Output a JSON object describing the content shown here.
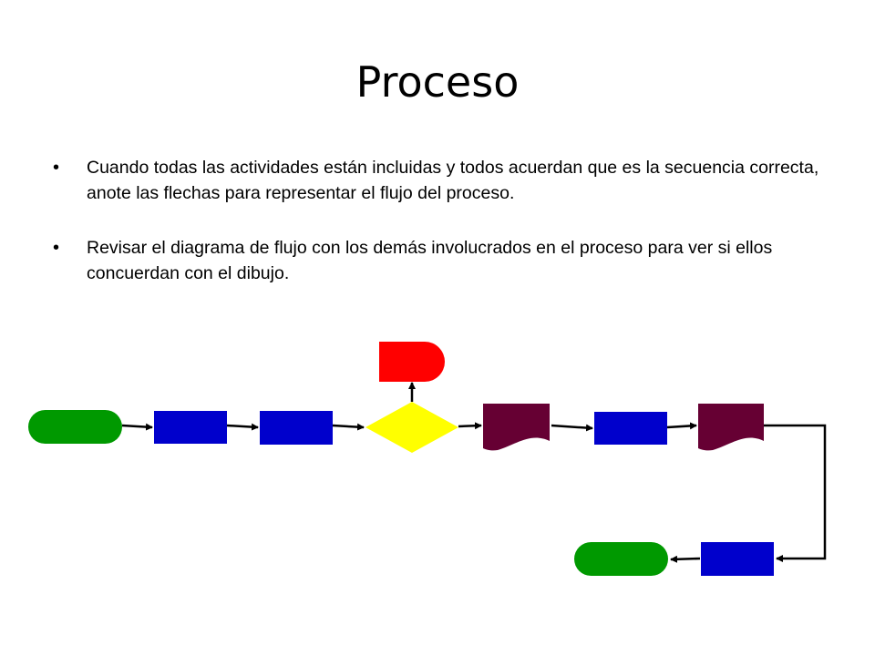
{
  "slide": {
    "title": "Proceso",
    "bullets": [
      {
        "text": "Cuando todas las actividades están incluidas y todos acuerdan que es la secuencia correcta, anote las flechas para representar el flujo del proceso."
      },
      {
        "text": "Revisar el diagrama de flujo con los demás involucrados en el proceso para ver si ellos concuerdan con el dibujo."
      }
    ],
    "bullet_glyph": "•"
  },
  "diagram": {
    "colors": {
      "terminator": "#009900",
      "process": "#0000cc",
      "decision": "#ffff00",
      "document": "#660033",
      "delay": "#ff0000",
      "connector": "#000000"
    },
    "shapes": [
      {
        "id": "start",
        "kind": "terminator"
      },
      {
        "id": "step-1",
        "kind": "process"
      },
      {
        "id": "step-2",
        "kind": "process"
      },
      {
        "id": "decision",
        "kind": "decision"
      },
      {
        "id": "delay",
        "kind": "delay"
      },
      {
        "id": "document-1",
        "kind": "document"
      },
      {
        "id": "step-3",
        "kind": "process"
      },
      {
        "id": "document-2",
        "kind": "document"
      },
      {
        "id": "step-4",
        "kind": "process"
      },
      {
        "id": "end",
        "kind": "terminator"
      }
    ]
  }
}
